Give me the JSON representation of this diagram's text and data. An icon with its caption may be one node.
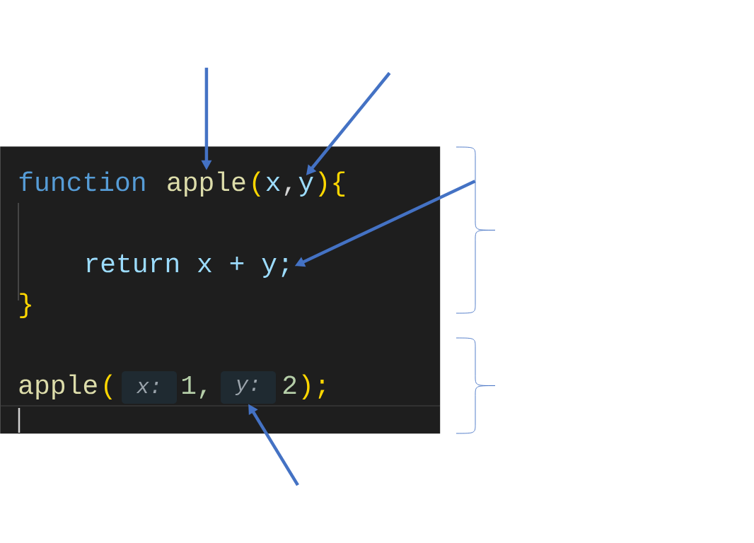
{
  "diagram": {
    "nodes": [
      {
        "text": [],
        "shape": "box"
      },
      {
        "text": [
          "apple"
        ],
        "in": 0
      },
      {
        "text": [
          "y"
        ],
        "in": 0
      },
      {
        "text": [
          "return x + y;"
        ],
        "in": 0
      },
      {
        "text": [
          "x:"
        ],
        "in": 0
      },
      {
        "text": [
          "y:"
        ],
        "in": 0
      }
    ],
    "edges": [
      {
        "from": null,
        "to": 1,
        "arrow": "to"
      },
      {
        "from": null,
        "to": 2,
        "arrow": "to"
      },
      {
        "from": null,
        "to": 3,
        "arrow": "to"
      },
      {
        "from": null,
        "to": 5,
        "arrow": "to"
      }
    ],
    "labels": [
      "function",
      "(",
      "x",
      ",",
      "){",
      "}",
      "apple",
      "(",
      "1,",
      "2",
      ");"
    ]
  }
}
